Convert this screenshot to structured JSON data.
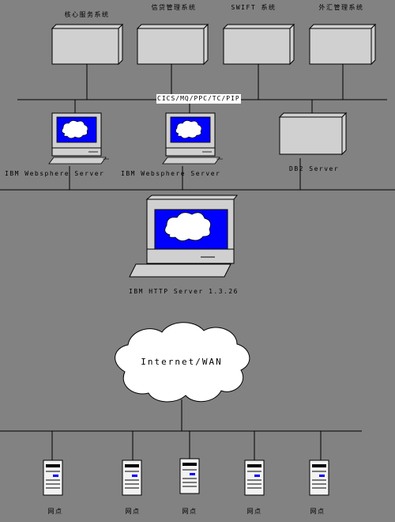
{
  "top_systems": [
    "核心服务系统",
    "信贷管理系统",
    "SWIFT 系统",
    "外汇管理系统"
  ],
  "protocol_label": "CICS/MQ/PPC/TC/PIP",
  "app_servers": [
    "IBM Websphere Server",
    "IBM Websphere Server"
  ],
  "db_server": "DB2 Server",
  "http_server": "IBM HTTP Server 1.3.26",
  "cloud_label": "Internet/WAN",
  "branches": [
    "网点",
    "网点",
    "网点",
    "网点",
    "网点"
  ],
  "colors": {
    "background": "#828282",
    "box_face": "#d0d0d0",
    "screen": "#0000ff",
    "cloud": "#ffffff",
    "line": "#000000"
  }
}
